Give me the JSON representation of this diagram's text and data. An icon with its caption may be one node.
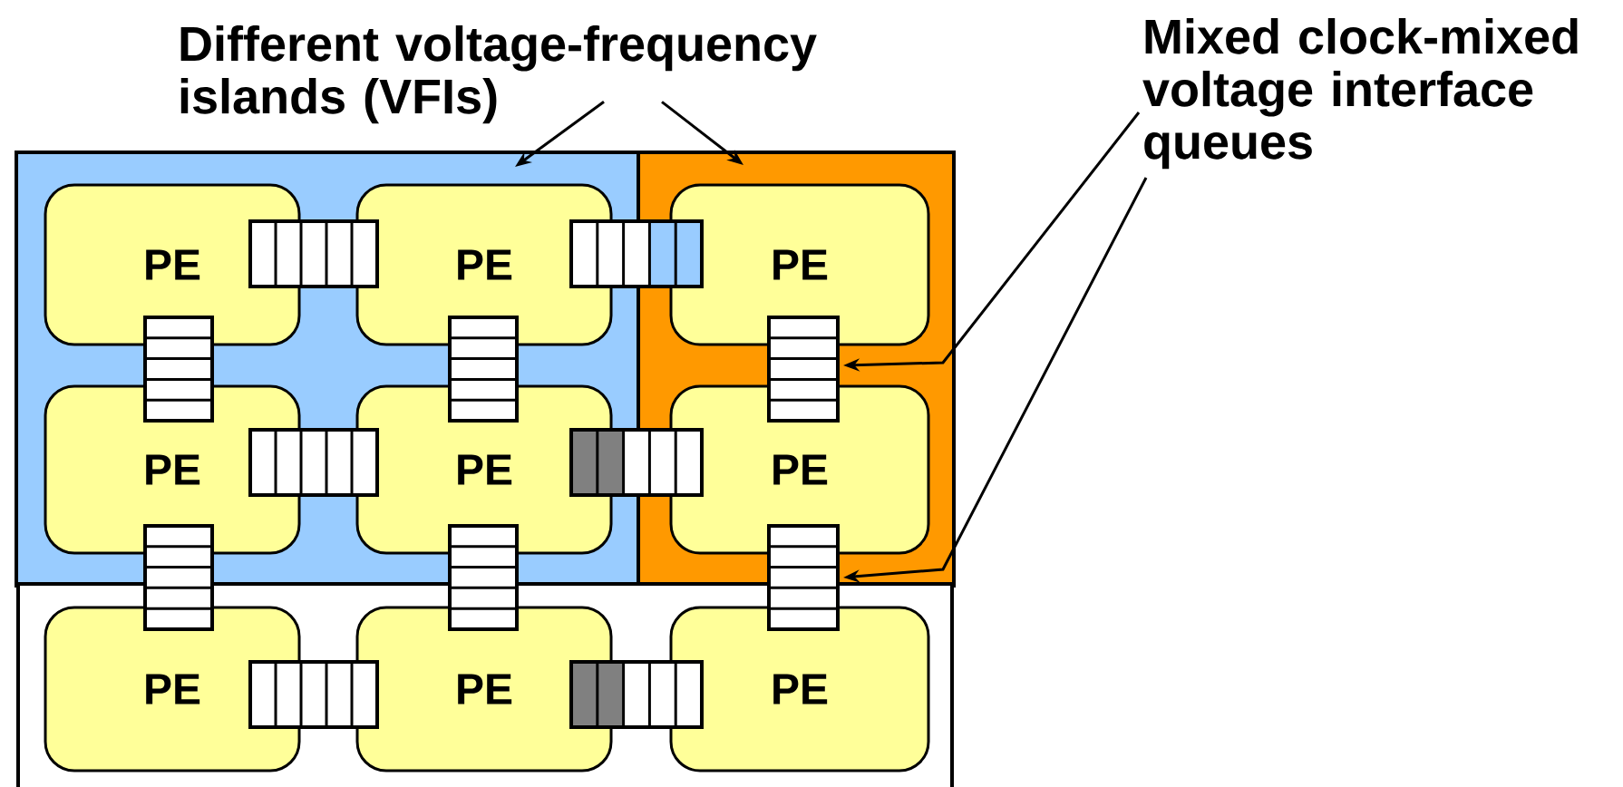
{
  "diagram": {
    "nodes": [
      {
        "text": [
          "Different voltage-frequency islands (VFIs)"
        ]
      },
      {
        "text": [
          "Mixed clock-mixed voltage interface queues"
        ]
      },
      {
        "text": [],
        "shape": "box"
      },
      {
        "text": [],
        "shape": "box"
      },
      {
        "text": [],
        "shape": "box"
      },
      {
        "text": [
          "PE"
        ],
        "in": 2
      },
      {
        "text": [
          "PE"
        ],
        "in": 2
      },
      {
        "text": [
          "PE"
        ],
        "in": 3
      },
      {
        "text": [
          "PE"
        ],
        "in": 2
      },
      {
        "text": [
          "PE"
        ],
        "in": 2
      },
      {
        "text": [
          "PE"
        ],
        "in": 3
      },
      {
        "text": [
          "PE"
        ],
        "in": 4
      },
      {
        "text": [
          "PE"
        ],
        "in": 4
      },
      {
        "text": [
          "PE"
        ],
        "in": 4
      },
      {
        "text": [],
        "shape": "box",
        "in": 2
      },
      {
        "text": [],
        "shape": "box"
      },
      {
        "text": [],
        "shape": "box",
        "in": 2
      },
      {
        "text": [],
        "shape": "box",
        "in": 2
      },
      {
        "text": [],
        "shape": "box",
        "in": 3
      },
      {
        "text": [],
        "shape": "box",
        "in": 2
      },
      {
        "text": [],
        "shape": "box"
      },
      {
        "text": [],
        "shape": "box"
      },
      {
        "text": [],
        "shape": "box"
      },
      {
        "text": [],
        "shape": "box"
      },
      {
        "text": [],
        "shape": "box",
        "in": 4
      },
      {
        "text": [],
        "shape": "box",
        "in": 4
      }
    ],
    "edges": [
      {
        "from": 0,
        "to": 2,
        "arrow": "to"
      },
      {
        "from": 0,
        "to": 3,
        "arrow": "to"
      },
      {
        "from": 1,
        "to": 18,
        "arrow": "to"
      },
      {
        "from": 1,
        "to": 23,
        "arrow": "to"
      }
    ]
  }
}
